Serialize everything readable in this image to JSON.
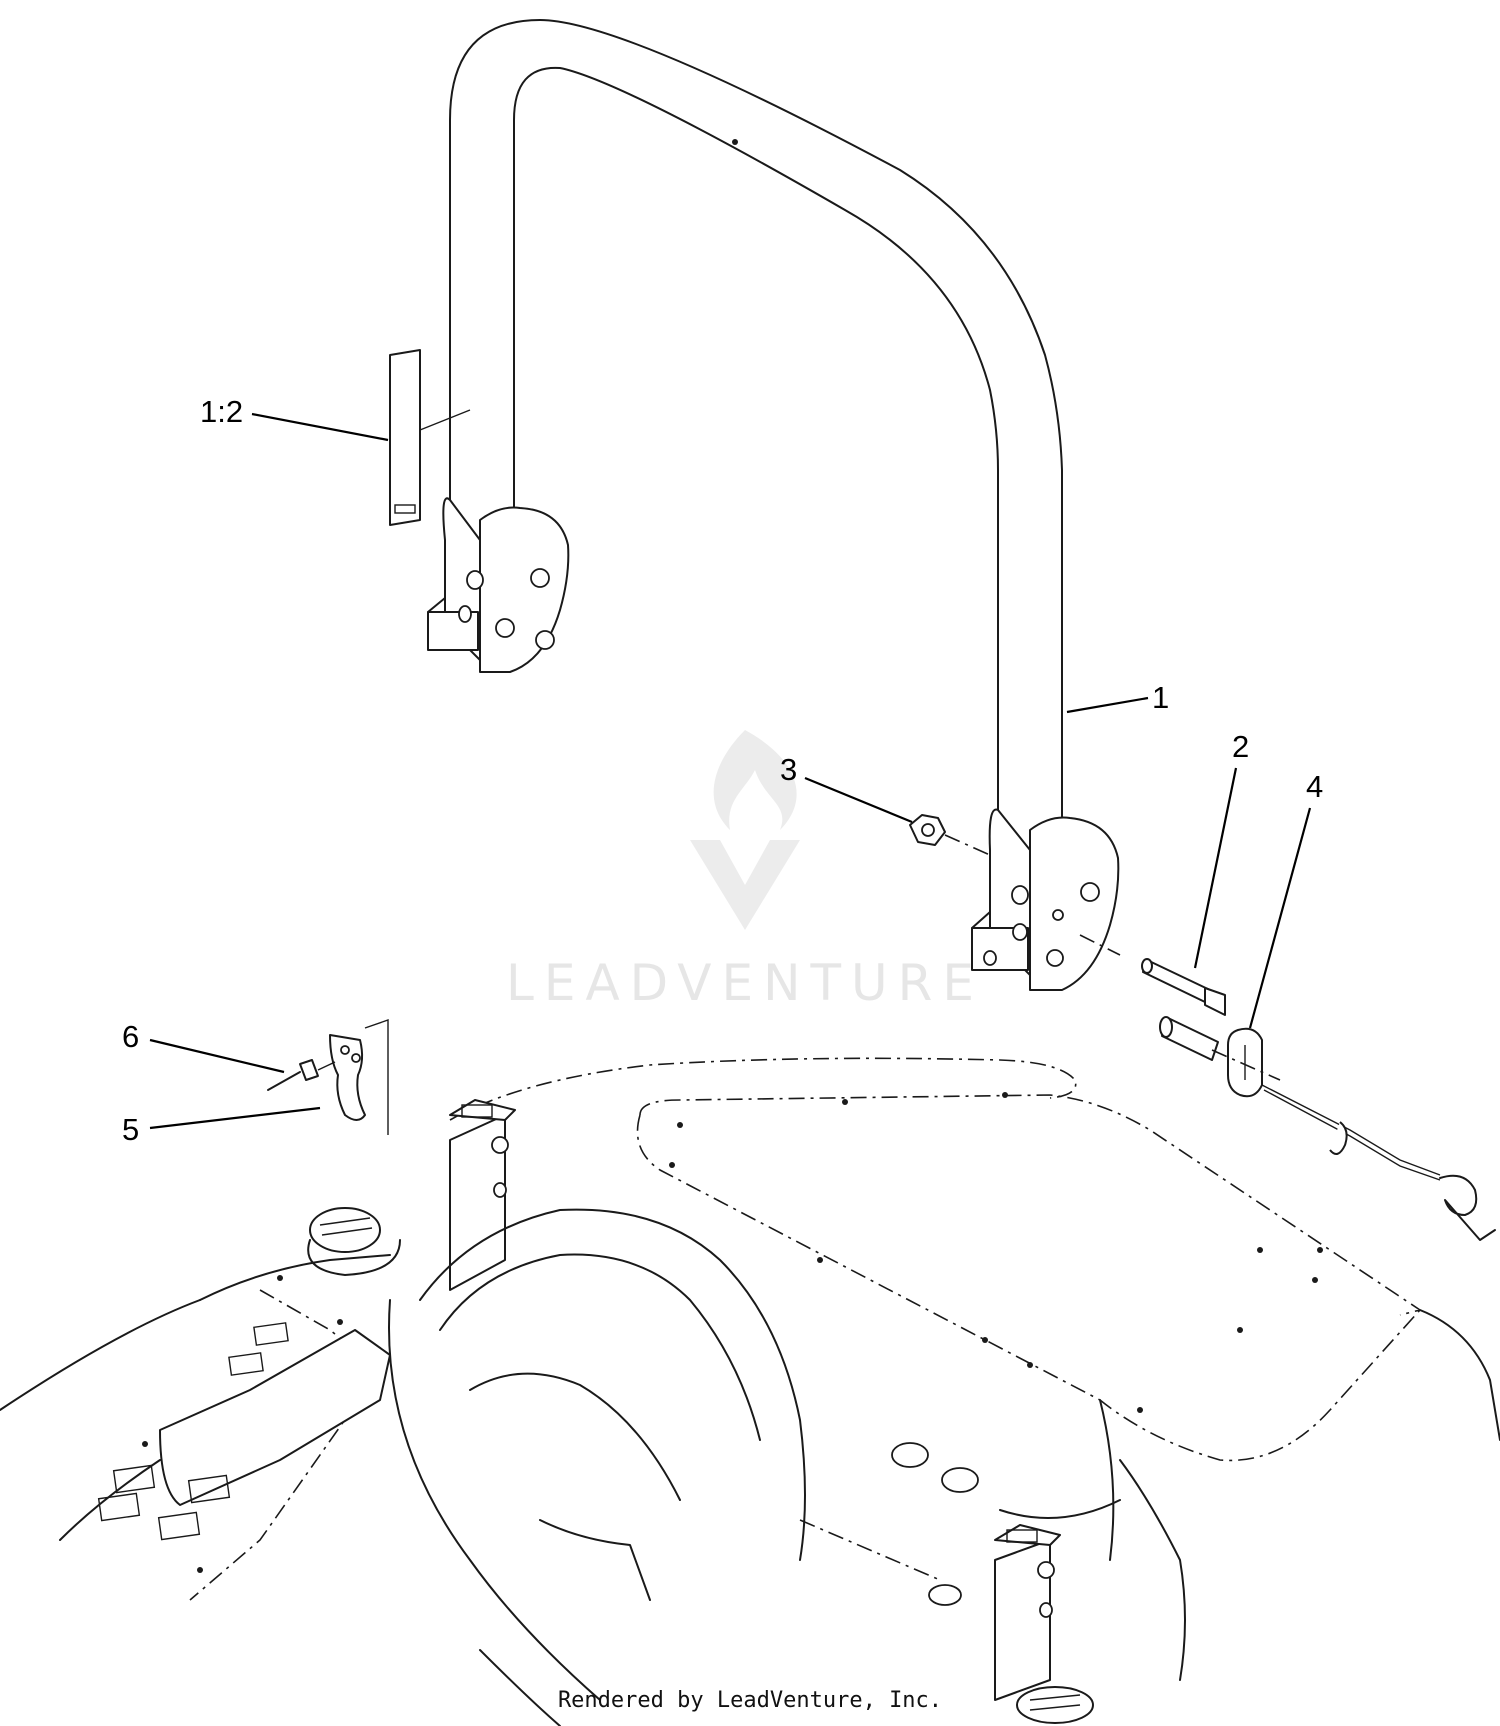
{
  "callouts": [
    {
      "id": "c12",
      "label": "1:2"
    },
    {
      "id": "c1",
      "label": "1"
    },
    {
      "id": "c2",
      "label": "2"
    },
    {
      "id": "c3",
      "label": "3"
    },
    {
      "id": "c4",
      "label": "4"
    },
    {
      "id": "c5",
      "label": "5"
    },
    {
      "id": "c6",
      "label": "6"
    }
  ],
  "watermark": {
    "text": "LEADVENTURE"
  },
  "footer": {
    "text": "Rendered by LeadVenture, Inc."
  }
}
